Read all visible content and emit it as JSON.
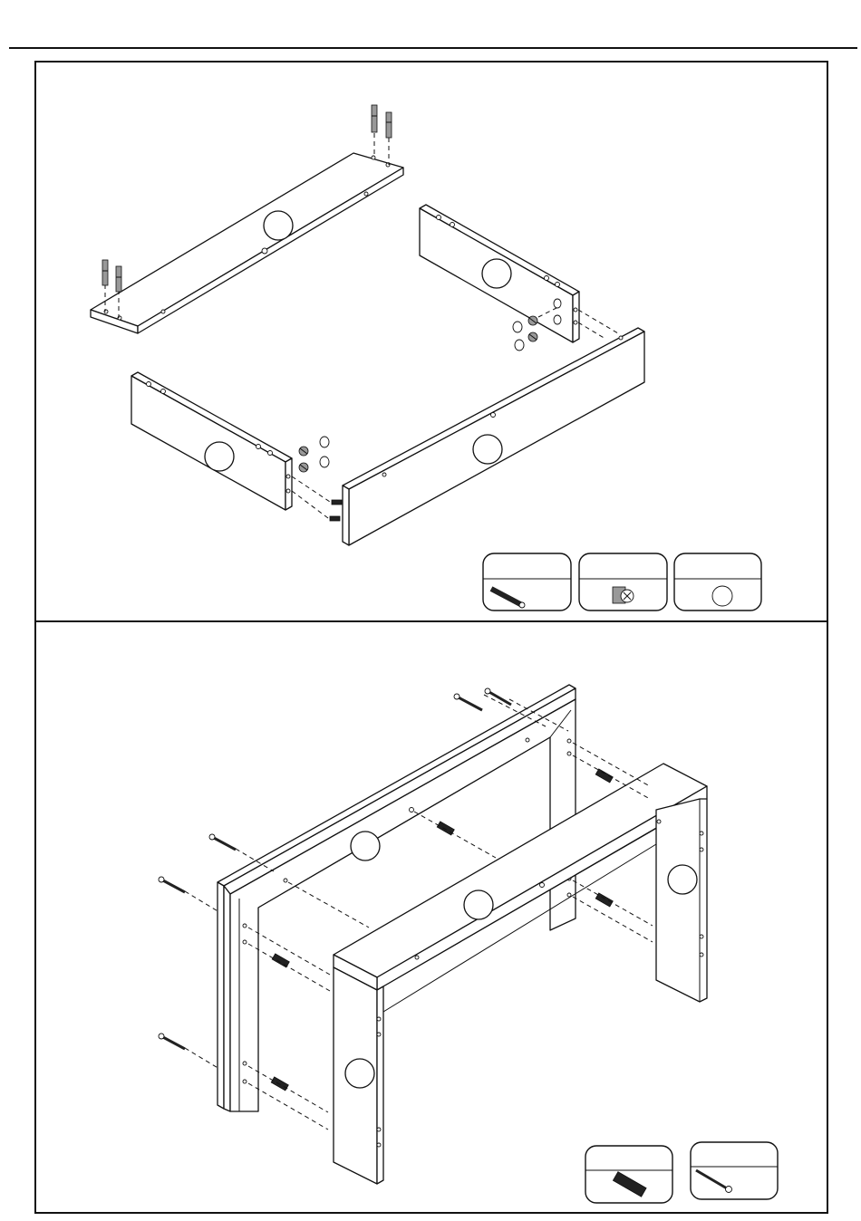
{
  "steps": [
    {
      "id": "step-1",
      "parts_legend": [
        "wooden-dowel",
        "cam-lock",
        "cover-cap"
      ]
    },
    {
      "id": "step-2",
      "parts_legend": [
        "wooden-dowel",
        "wood-screw"
      ]
    }
  ]
}
